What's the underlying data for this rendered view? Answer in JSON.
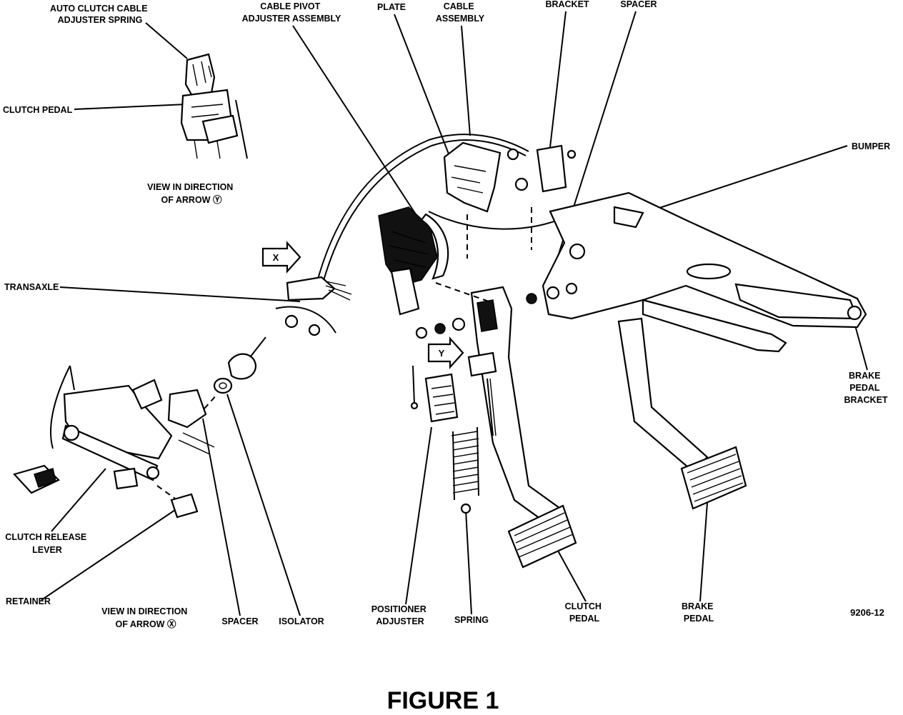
{
  "labels": {
    "auto_clutch_cable_adjuster_spring": [
      "AUTO CLUTCH CABLE",
      "ADJUSTER SPRING"
    ],
    "clutch_pedal_inset": [
      "CLUTCH PEDAL"
    ],
    "view_direction_y": [
      "VIEW IN DIRECTION",
      "OF ARROW Ⓨ"
    ],
    "cable_pivot_adjuster_assembly": [
      "CABLE PIVOT",
      "ADJUSTER ASSEMBLY"
    ],
    "plate": [
      "PLATE"
    ],
    "cable_assembly": [
      "CABLE",
      "ASSEMBLY"
    ],
    "bracket": [
      "BRACKET"
    ],
    "spacer_top": [
      "SPACER"
    ],
    "bumper": [
      "BUMPER"
    ],
    "transaxle": [
      "TRANSAXLE"
    ],
    "brake_pedal_bracket": [
      "BRAKE",
      "PEDAL",
      "BRACKET"
    ],
    "clutch_release_lever": [
      "CLUTCH RELEASE",
      "LEVER"
    ],
    "retainer": [
      "RETAINER"
    ],
    "view_direction_x": [
      "VIEW IN DIRECTION",
      "OF ARROW Ⓧ"
    ],
    "spacer_bottom": [
      "SPACER"
    ],
    "isolator": [
      "ISOLATOR"
    ],
    "positioner_adjuster": [
      "POSITIONER",
      "ADJUSTER"
    ],
    "spring": [
      "SPRING"
    ],
    "clutch_pedal_main": [
      "CLUTCH",
      "PEDAL"
    ],
    "brake_pedal": [
      "BRAKE",
      "PEDAL"
    ]
  },
  "arrow_markers": {
    "x_marker": "X",
    "y_marker": "Y"
  },
  "reference_number": "9206-12",
  "caption": "FIGURE 1"
}
